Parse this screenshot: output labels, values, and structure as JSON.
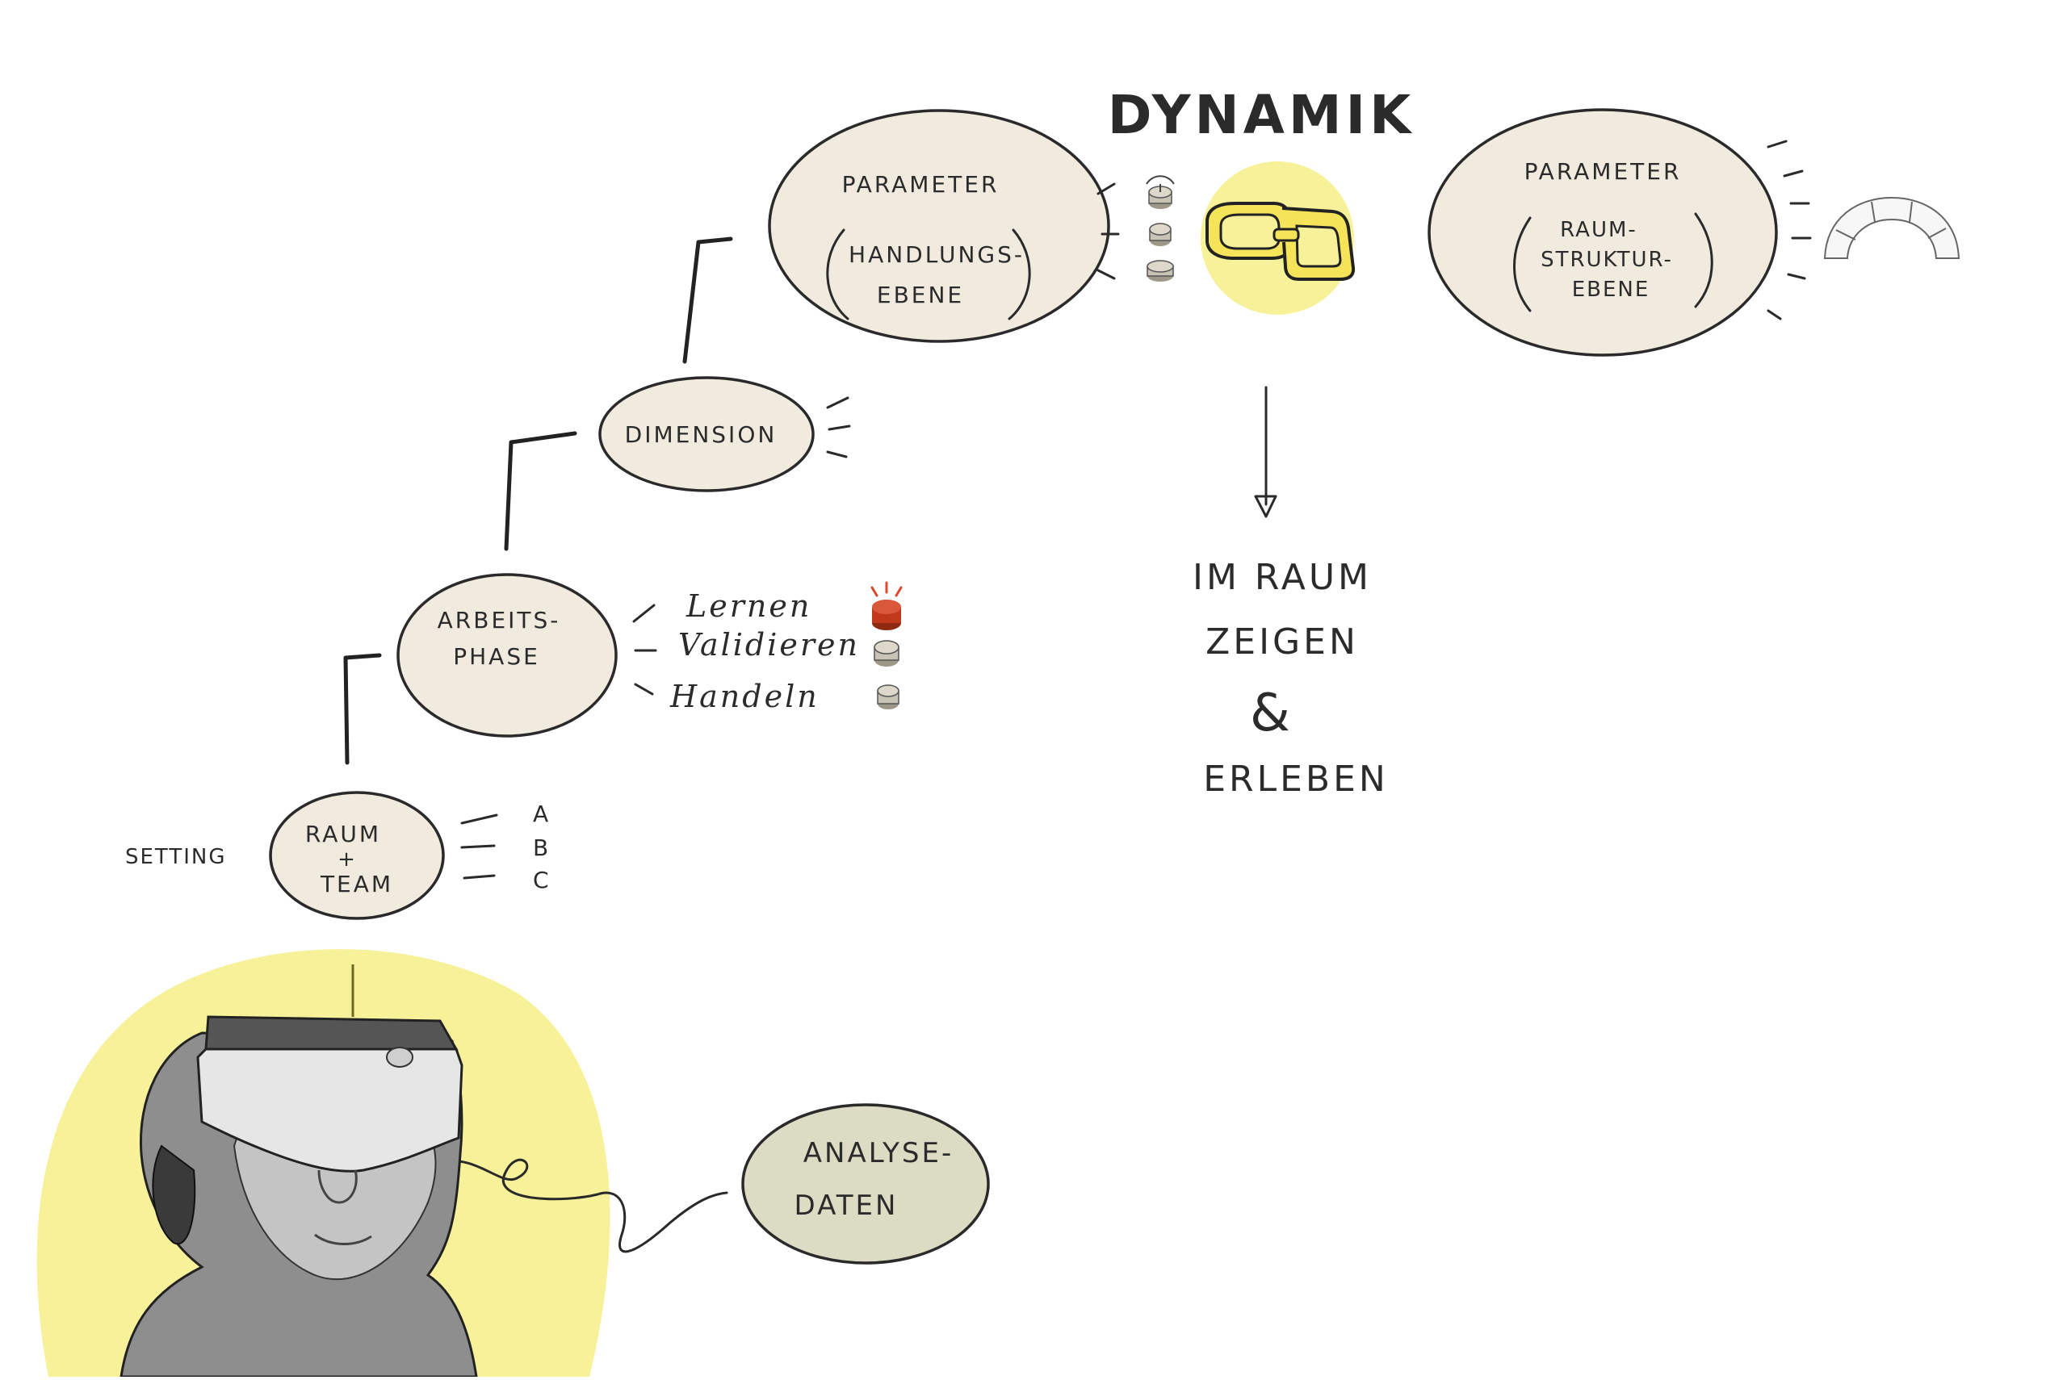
{
  "title": "DYNAMIK",
  "nodes": {
    "setting_label": "SETTING",
    "raum_team": {
      "line1": "RAUM",
      "line2": "+",
      "line3": "TEAM"
    },
    "team_options": [
      "A",
      "B",
      "C"
    ],
    "arbeitsphase": {
      "line1": "ARBEITS-",
      "line2": "PHASE"
    },
    "phases": [
      "Lernen",
      "Validieren",
      "Handeln"
    ],
    "dimension": "DIMENSION",
    "parameter_handlung": {
      "title": "PARAMETER",
      "line1": "HANDLUNGS-",
      "line2": "EBENE"
    },
    "parameter_raum": {
      "title": "PARAMETER",
      "line1": "RAUM-",
      "line2": "STRUKTUR-",
      "line3": "EBENE"
    },
    "analyse": {
      "line1": "ANALYSE-",
      "line2": "DATEN"
    }
  },
  "outcome": {
    "line1": "IM RAUM",
    "line2": "ZEIGEN",
    "line3": "&",
    "line4": "ERLEBEN"
  },
  "colors": {
    "highlight_yellow": "#f7f29a",
    "node_fill": "#f0ebde",
    "analyse_fill": "#dcdcc4",
    "active_button": "#c0391b",
    "inactive_button": "#c8c3b4"
  }
}
